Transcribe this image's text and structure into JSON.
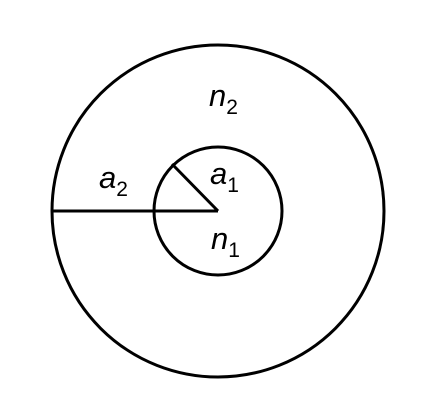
{
  "diagram": {
    "outer_region": {
      "symbol": "n",
      "subscript": "2"
    },
    "inner_region": {
      "symbol": "n",
      "subscript": "1"
    },
    "outer_radius": {
      "symbol": "a",
      "subscript": "2"
    },
    "inner_radius": {
      "symbol": "a",
      "subscript": "1"
    }
  }
}
